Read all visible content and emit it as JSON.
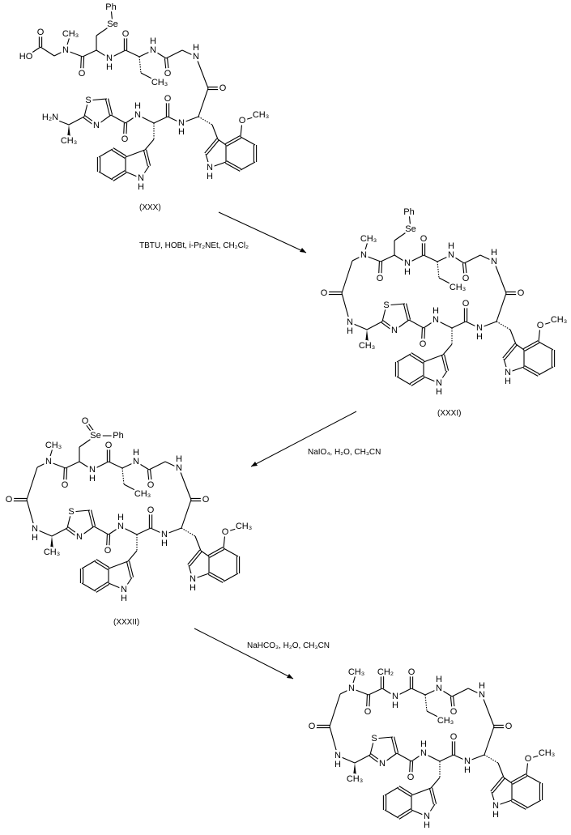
{
  "compounds": {
    "c30": "(XXX)",
    "c31": "(XXXI)",
    "c32": "(XXXII)"
  },
  "reagents": {
    "step1": "TBTU, HOBt, i-Pr₂NEt, CH₂Cl₂",
    "step2": "NaIO₄, H₂O, CH₃CN",
    "step3": "NaHCO₃, H₂O, CH₃CN"
  },
  "atoms": {
    "Ph": "Ph",
    "Se": "Se",
    "N": "N",
    "H": "H",
    "O": "O",
    "S": "S",
    "CH3": "CH₃",
    "CH2": "CH₂",
    "HO": "HO",
    "H2N": "H₂N"
  }
}
